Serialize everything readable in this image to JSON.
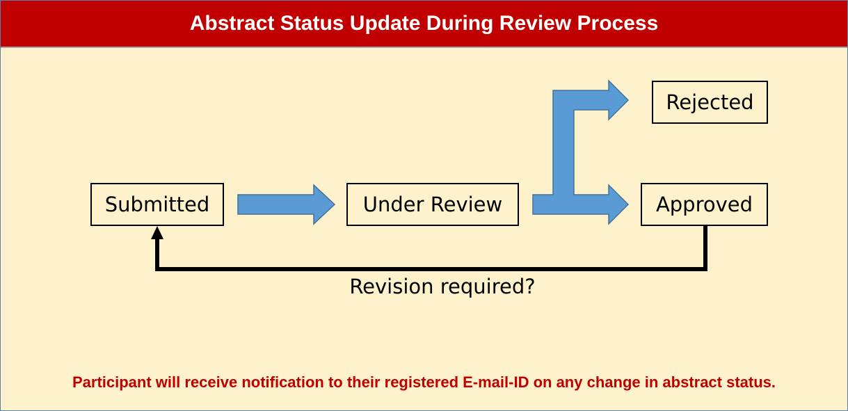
{
  "title": "Abstract Status Update During Review Process",
  "nodes": {
    "submitted": "Submitted",
    "under_review": "Under Review",
    "rejected": "Rejected",
    "approved": "Approved"
  },
  "loop_label": "Revision required?",
  "footer_note": "Participant  will receive notification to their registered E-mail-ID on any change in abstract status.",
  "colors": {
    "title_bar": "#c00000",
    "background": "#fef2cc",
    "flow_arrow": "#5b9bd5",
    "footer_text": "#c00000"
  }
}
